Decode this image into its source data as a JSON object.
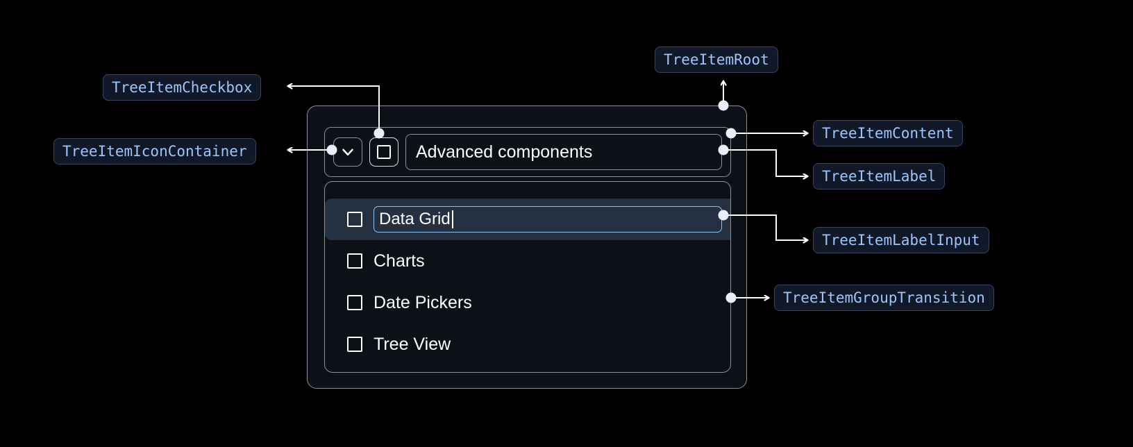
{
  "theme": {
    "background": "#000000",
    "badge_bg": "#111827",
    "badge_border": "#35465e",
    "badge_text": "#9ec5fb",
    "card_border": "#8b9099",
    "card_bg": "#0d1117",
    "selected_row_bg": "#253040",
    "input_focus_border": "#8ec1f0",
    "connector_color": "#ffffff",
    "inner_connector_color": "#9aa0a6",
    "text_color": "#ffffff"
  },
  "annotations": [
    {
      "id": "tree-item-checkbox",
      "label": "TreeItemCheckbox"
    },
    {
      "id": "tree-item-icon-container",
      "label": "TreeItemIconContainer"
    },
    {
      "id": "tree-item-root",
      "label": "TreeItemRoot"
    },
    {
      "id": "tree-item-content",
      "label": "TreeItemContent"
    },
    {
      "id": "tree-item-label",
      "label": "TreeItemLabel"
    },
    {
      "id": "tree-item-label-input",
      "label": "TreeItemLabelInput"
    },
    {
      "id": "tree-item-group-transition",
      "label": "TreeItemGroupTransition"
    }
  ],
  "tree": {
    "root_label": "Advanced components",
    "expand_icon": "chevron-down-icon",
    "root_checkbox_checked": false,
    "children": [
      {
        "label": "Data Grid",
        "checked": false,
        "editing": true,
        "selected": true
      },
      {
        "label": "Charts",
        "checked": false,
        "editing": false,
        "selected": false
      },
      {
        "label": "Date Pickers",
        "checked": false,
        "editing": false,
        "selected": false
      },
      {
        "label": "Tree View",
        "checked": false,
        "editing": false,
        "selected": false
      }
    ]
  },
  "label_input": {
    "value": "Data Grid",
    "caret_visible": true
  }
}
